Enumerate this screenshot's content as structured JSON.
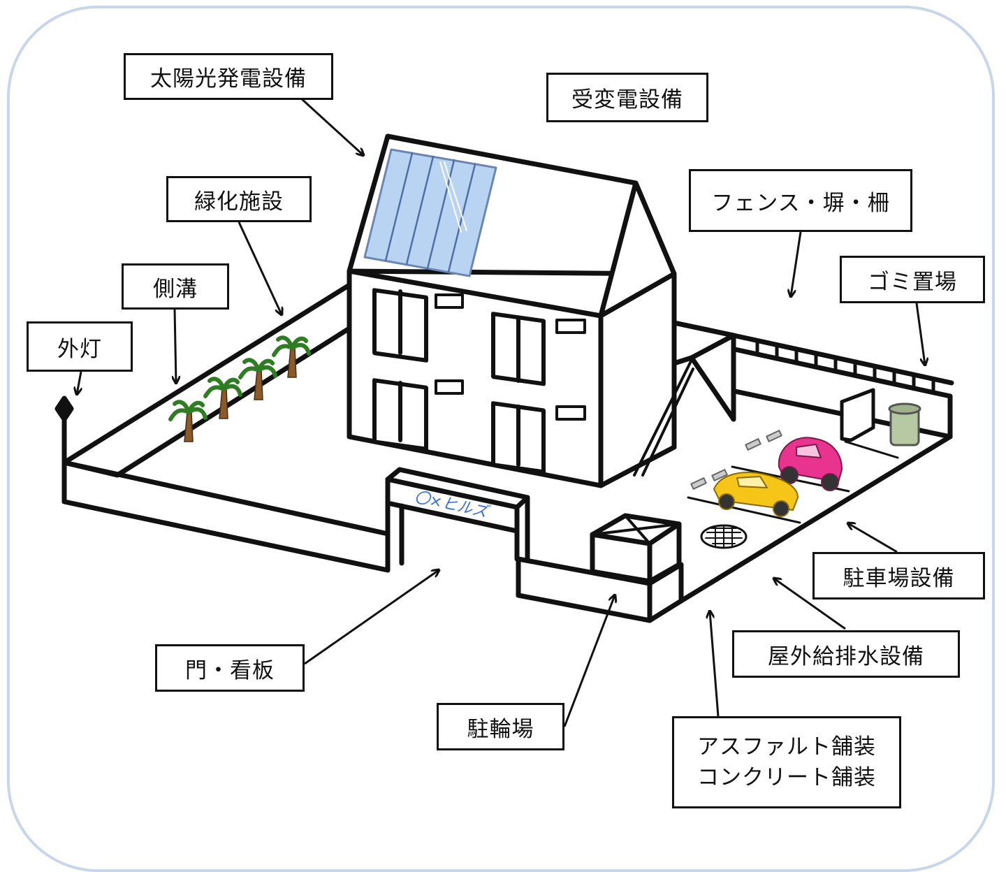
{
  "labels": {
    "solar": "太陽光発電設備",
    "substation": "受変電設備",
    "greenery": "緑化施設",
    "fence": "フェンス・塀・柵",
    "gutter": "側溝",
    "garbage": "ゴミ置場",
    "streetlight": "外灯",
    "parking": "駐車場設備",
    "drainage": "屋外給排水設備",
    "gate": "門・看板",
    "bicycle": "駐輪場",
    "paving_line1": "アスファルト舗装",
    "paving_line2": "コンクリート舗装"
  },
  "sign_text": "〇×ヒルズ",
  "colors": {
    "frame": "#c7d6ea",
    "solar_panel": "#b9d3f3",
    "car_pink": "#e8338f",
    "car_yellow": "#f5c518",
    "palm_leaf": "#2f7d22",
    "palm_trunk": "#8b5a2b",
    "sign_text": "#3a6fd8"
  }
}
